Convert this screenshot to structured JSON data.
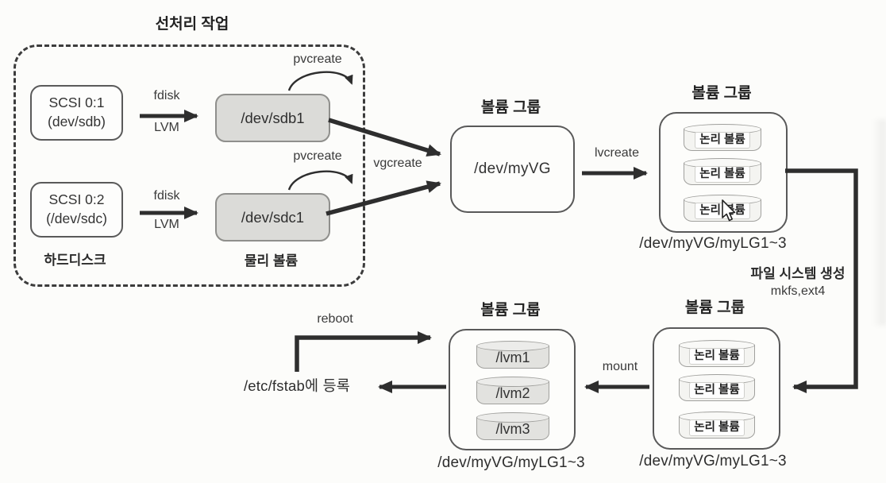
{
  "preprocess": {
    "title": "선처리 작업",
    "disks": [
      {
        "line1": "SCSI 0:1",
        "line2": "(dev/sdb)"
      },
      {
        "line1": "SCSI 0:2",
        "line2": "(/dev/sdc)"
      }
    ],
    "fdisk_label": "fdisk",
    "lvm_label": "LVM",
    "pvcreate_label": "pvcreate",
    "pvs": [
      "/dev/sdb1",
      "/dev/sdc1"
    ],
    "disk_group_label": "하드디스크",
    "pv_group_label": "물리 볼륨"
  },
  "vg": {
    "title": "볼륨 그룹",
    "name": "/dev/myVG",
    "vgcreate_label": "vgcreate",
    "lvcreate_label": "lvcreate"
  },
  "lv_group_top": {
    "title": "볼륨 그룹",
    "volumes": [
      "논리 볼륨",
      "논리 볼륨",
      "논리 볼륨"
    ],
    "caption": "/dev/myVG/myLG1~3"
  },
  "mkfs": {
    "line1": "파일 시스템 생성",
    "line2": "mkfs,ext4"
  },
  "lv_group_right": {
    "title": "볼륨 그룹",
    "volumes": [
      "논리 볼륨",
      "논리 볼륨",
      "논리 볼륨"
    ],
    "caption": "/dev/myVG/myLG1~3",
    "mount_label": "mount"
  },
  "mounted_group": {
    "title": "볼륨 그룹",
    "volumes": [
      "/lvm1",
      "/lvm2",
      "/lvm3"
    ],
    "caption": "/dev/myVG/myLG1~3"
  },
  "fstab": {
    "label": "/etc/fstab에 등록",
    "reboot_label": "reboot"
  },
  "icons": {
    "cursor": "mouse-pointer-arrow"
  },
  "colors": {
    "arrow": "#2e2e2e",
    "pv_fill": "#dbdbd8",
    "cylinder_gray_fill": "#e2e2df",
    "background": "#fcfcfa"
  }
}
